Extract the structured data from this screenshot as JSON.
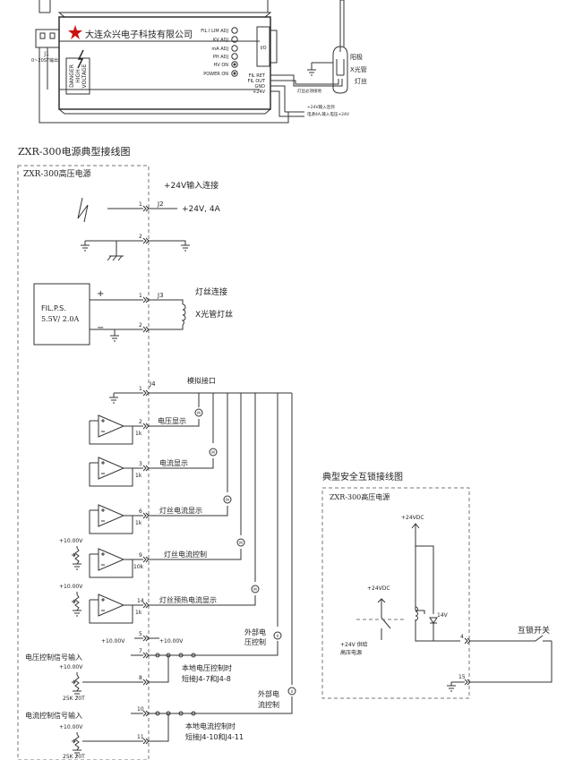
{
  "device": {
    "company": "大连众兴电子科技有限公司",
    "warning": [
      "DANGER",
      "HIGH",
      "VOLTAGE"
    ],
    "j1_label": "J1",
    "j1_sub": "0~20ST输出",
    "adj_labels": [
      "FIL I LIM ADJ",
      "KV ADJ",
      "mA ADJ",
      "PH ADJ",
      "HV ON",
      "POWER ON"
    ],
    "io_label": "I/O",
    "fil_labels": [
      "FIL RET",
      "FIL OUT",
      "GND",
      "+24V"
    ],
    "tube_labels": [
      "阳极",
      "X光管",
      "灯丝"
    ],
    "fil_conn_note": "灯丝必须接地",
    "supply_note_1": "+24V输入连到",
    "supply_note_2": "电源4A,输入电压+24V"
  },
  "wiring": {
    "title": "ZXR-300电源典型接线图",
    "box_title": "ZXR-300高压电源",
    "input_label": "+24V输入连接",
    "j2": "J2",
    "v24": "+24V, 4A",
    "fil_connect": "灯丝连接",
    "j3": "J3",
    "filps_1": "FIL.P.S.",
    "filps_2": "5.5V/ 2.0A",
    "plus": "+",
    "minus": "−",
    "tube_fil": "X光管灯丝",
    "j4": "J4",
    "analog": "模拟接口",
    "v_disp": "电压显示",
    "i_disp": "电流显示",
    "fil_i_disp": "灯丝电流显示",
    "fil_i_ctrl": "灯丝电流控制",
    "fil_pre_disp": "灯丝预热电流显示",
    "ref_left": "+10.00V",
    "ref_right": "+10.00V",
    "ref_5": "+10.00V",
    "ext_v_1": "外部电",
    "ext_v_2": "压控制",
    "v_in": "电压控制信号输入",
    "local_v_1": "本地电压控制时",
    "local_v_2": "短接J4-7和J4-8",
    "pot_1": "25K 20T",
    "ext_i_1": "外部电",
    "ext_i_2": "流控制",
    "i_in": "电流控制信号输入",
    "local_i_1": "本地电流控制时",
    "local_i_2": "短接J4-10和J4-11",
    "pot_2": "25K 20T",
    "res_1k": "1k",
    "res_10k": "10k",
    "meter": "M",
    "vmeter": "V"
  },
  "interlock": {
    "title": "典型安全互锁接线图",
    "box_title": "ZXR-300高压电源",
    "vdc_top": "+24VDC",
    "vdc_left": "+24VDC",
    "zener": "14V",
    "supply_1": "+24V 供给",
    "supply_2": "高压电源",
    "switch": "互锁开关"
  }
}
